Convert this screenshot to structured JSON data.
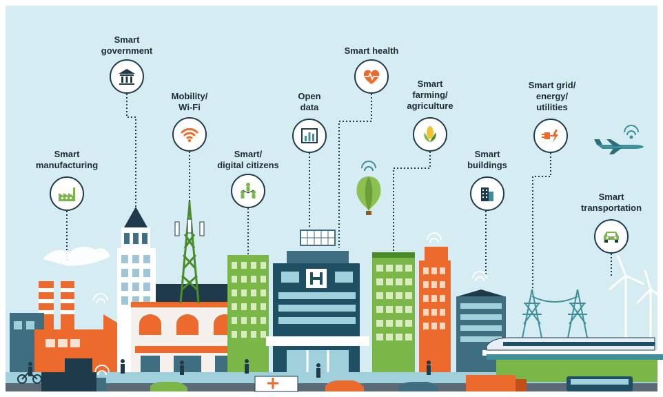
{
  "title": "Smart city infographic",
  "colors": {
    "sky": "#d4ecf2",
    "navy": "#1f3a4a",
    "orange": "#ec6a2c",
    "green": "#7ab648",
    "teal": "#3f8f9b"
  },
  "concepts": [
    {
      "id": "smart-manufacturing",
      "lines": [
        "Smart",
        "manufacturing"
      ],
      "icon": "factory-icon"
    },
    {
      "id": "smart-government",
      "lines": [
        "Smart",
        "government"
      ],
      "icon": "government-building-icon"
    },
    {
      "id": "mobility-wifi",
      "lines": [
        "Mobility/",
        "Wi-Fi"
      ],
      "icon": "wifi-icon"
    },
    {
      "id": "smart-digital-citizens",
      "lines": [
        "Smart/",
        "digital citizens"
      ],
      "icon": "people-network-icon"
    },
    {
      "id": "open-data",
      "lines": [
        "Open",
        "data"
      ],
      "icon": "bar-chart-icon"
    },
    {
      "id": "smart-health",
      "lines": [
        "Smart health"
      ],
      "icon": "heartbeat-icon"
    },
    {
      "id": "smart-farming",
      "lines": [
        "Smart",
        "farming/",
        "agriculture"
      ],
      "icon": "corn-icon"
    },
    {
      "id": "smart-buildings",
      "lines": [
        "Smart",
        "buildings"
      ],
      "icon": "building-icon"
    },
    {
      "id": "smart-grid",
      "lines": [
        "Smart grid/",
        "energy/",
        "utilities"
      ],
      "icon": "power-plug-icon"
    },
    {
      "id": "smart-transportation",
      "lines": [
        "Smart",
        "transportation"
      ],
      "icon": "car-icon"
    }
  ]
}
